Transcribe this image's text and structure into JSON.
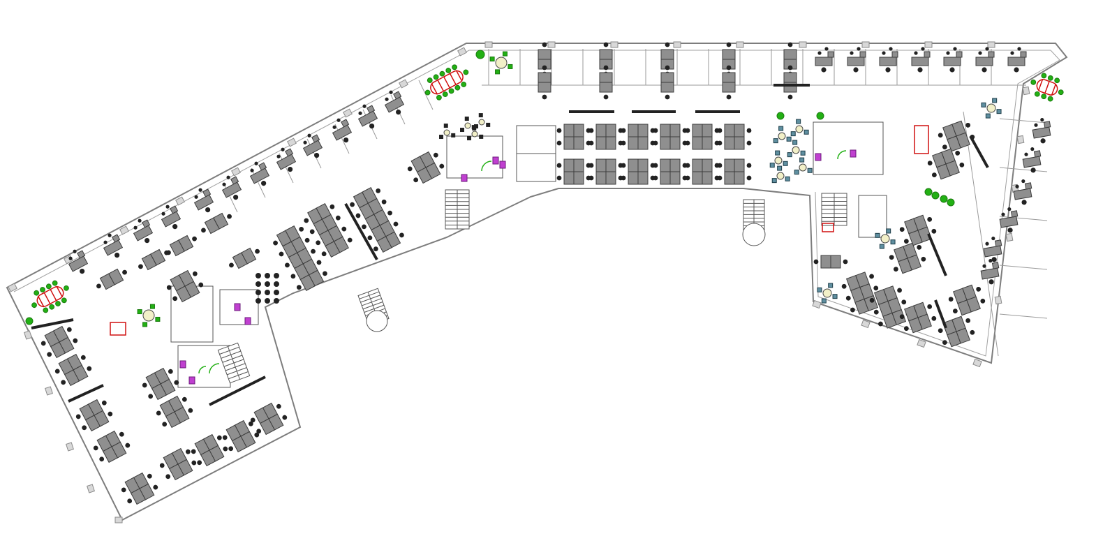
{
  "diagram": {
    "kind": "office floor plan",
    "colors": {
      "desk": "#8f8f8f",
      "chair": "#222222",
      "plant": "#22b014",
      "conference_table_outline": "#d01010",
      "sanitary_fixture": "#c040d0",
      "lounge_chair": "#5f8fa0",
      "wall": "#7d7d7d"
    },
    "wings": [
      {
        "name": "west"
      },
      {
        "name": "north"
      },
      {
        "name": "east"
      }
    ],
    "areas": [
      {
        "type": "open-plan-workstations"
      },
      {
        "type": "private-offices"
      },
      {
        "type": "conference-room"
      },
      {
        "type": "lounge"
      },
      {
        "type": "restrooms"
      },
      {
        "type": "stairs"
      },
      {
        "type": "elevators"
      }
    ]
  }
}
